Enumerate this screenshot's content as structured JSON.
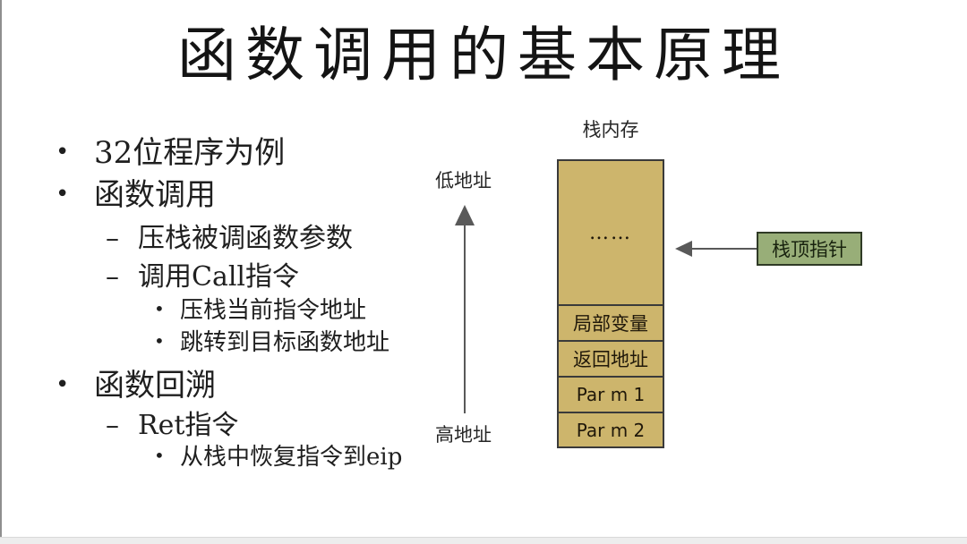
{
  "slide": {
    "title": "函数调用的基本原理",
    "bullets": {
      "items": [
        {
          "marker": "•",
          "text": "32位程序为例"
        },
        {
          "marker": "•",
          "text": "函数调用"
        },
        {
          "marker": "–",
          "text": "压栈被调函数参数"
        },
        {
          "marker": "–",
          "text": "调用Call指令"
        },
        {
          "marker": "•",
          "text": "压栈当前指令地址"
        },
        {
          "marker": "•",
          "text": "跳转到目标函数地址"
        },
        {
          "marker": "•",
          "text": "函数回溯"
        },
        {
          "marker": "–",
          "text": "Ret指令"
        },
        {
          "marker": "•",
          "text": "从栈中恢复指令到eip"
        }
      ]
    },
    "diagram": {
      "stack_title": "栈内存",
      "low_address": "低地址",
      "high_address": "高地址",
      "cells": [
        {
          "text": "……"
        },
        {
          "text": "局部变量"
        },
        {
          "text": "返回地址"
        },
        {
          "text": "Par m 1"
        },
        {
          "text": "Par m 2"
        }
      ],
      "pointer_label": "栈顶指针"
    },
    "colors": {
      "stack_fill": "#cdb56c",
      "pointer_fill": "#98ae78",
      "arrow": "#595959",
      "text": "#1f1f1f"
    }
  }
}
